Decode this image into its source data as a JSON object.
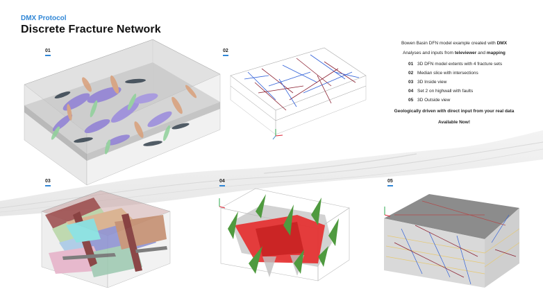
{
  "header": {
    "brand": "DMX Protocol",
    "title": "Discrete Fracture Network"
  },
  "panels": [
    {
      "num": "01"
    },
    {
      "num": "02"
    },
    {
      "num": "03"
    },
    {
      "num": "04"
    },
    {
      "num": "05"
    }
  ],
  "info": {
    "line1_prefix": "Bowen Basin DFN model example created with ",
    "line1_bold": "DMX",
    "line2_prefix": "Analyses and inputs from ",
    "line2_bold1": "televiewer",
    "line2_mid": " and ",
    "line2_bold2": "mapping",
    "items": [
      {
        "num": "01",
        "text": "3D DFN model extents with 4 fracture sets"
      },
      {
        "num": "02",
        "text": "Median slice with intersections"
      },
      {
        "num": "03",
        "text": "3D Inside view"
      },
      {
        "num": "04",
        "text": "Set 2 on highwall with faults"
      },
      {
        "num": "05",
        "text": "3D Outside view"
      }
    ],
    "tagline": "Geologically driven with direct input from your real data",
    "available": "Available Now!"
  },
  "colors": {
    "accent": "#2f86d6",
    "set_purple": "#8f7fd6",
    "set_tan": "#d9a07a",
    "set_green": "#8fd19a",
    "set_dark": "#34414d",
    "fault_red": "#e52b2b",
    "fault_green": "#4f9a3f",
    "intersection_blue": "#2e5fd8",
    "intersection_maroon": "#8a1d2e"
  }
}
